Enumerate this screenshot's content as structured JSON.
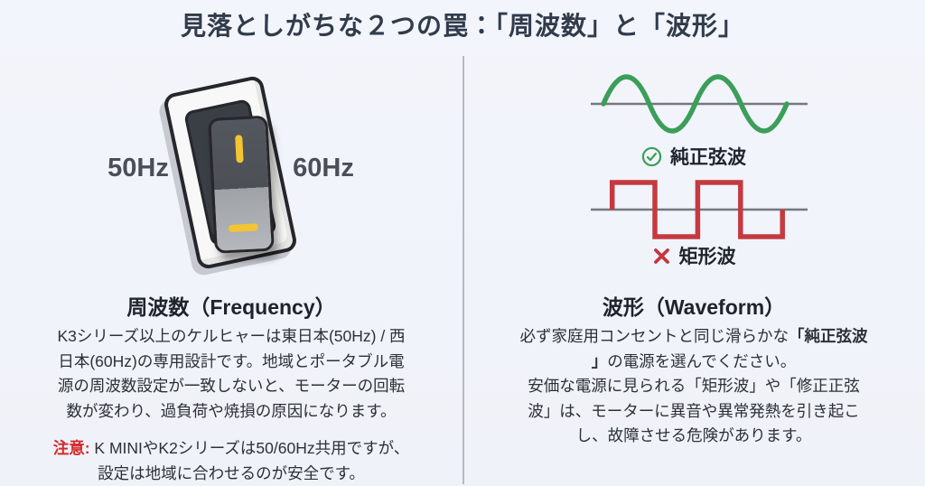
{
  "title": "見落としがちな２つの罠：「周波数」と「波形」",
  "left": {
    "label_50hz": "50Hz",
    "label_60hz": "60Hz",
    "switch_illustration": "rocker-switch with yellow I and dash marks",
    "heading": "周波数（Frequency）",
    "body": "K3シリーズ以上のケルヒャーは東日本(50Hz) / 西\n日本(60Hz)の専用設計です。地域とポータブル電\n源の周波数設定が一致しないと、モーターの回転\n数が変わり、過負荷や焼損の原因になります。",
    "note_segments": [
      {
        "t": "注意:",
        "cls": "seg-bold seg-red"
      },
      {
        "t": " K MINIやK2シリーズは50/60Hz共用ですが、\n設定は地域に合わせるのが安全です。",
        "cls": ""
      }
    ]
  },
  "right": {
    "sine_icon": "check-circle-icon",
    "sine_label": "純正弦波",
    "square_icon": "x-icon",
    "square_label": "矩形波",
    "heading": "波形（Waveform）",
    "body_segments": [
      {
        "t": "必ず家庭用コンセントと同じ滑らかな",
        "cls": ""
      },
      {
        "t": "「純正弦波\n」",
        "cls": "seg-bold"
      },
      {
        "t": "の電源を選んでください。\n安価な電源に見られる「矩形波」や「修正正弦\n波」は、モーターに異音や異常発熱を引き起こ\nし、故障させる危険があります。",
        "cls": ""
      }
    ]
  },
  "colors": {
    "background": "#f1f4fa",
    "title_text": "#313b4b",
    "sine_green": "#3b9e59",
    "square_red": "#c43a40",
    "note_red": "#d32b2b",
    "switch_yellow": "#f4c433",
    "axis_gray": "#73787e",
    "divider_gray": "#b4bac4"
  }
}
